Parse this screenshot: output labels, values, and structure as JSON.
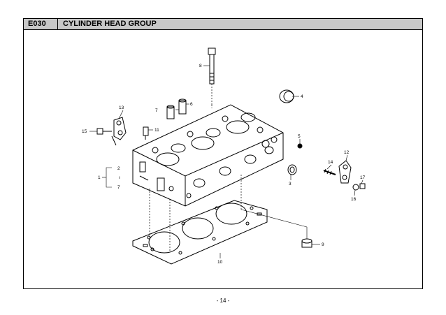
{
  "header": {
    "code": "E030",
    "title": "CYLINDER HEAD GROUP"
  },
  "callouts": {
    "c1": "1",
    "c2": "2",
    "c2b": "ı",
    "c7b": "7",
    "c3": "3",
    "c4": "4",
    "c5": "5",
    "c6": "6",
    "c7": "7",
    "c8": "8",
    "c9": "9",
    "c10": "10",
    "c11": "11",
    "c12": "12",
    "c13": "13",
    "c14": "14",
    "c15": "15",
    "c16": "16",
    "c17": "17"
  },
  "footer": {
    "page": "- 14 -"
  }
}
